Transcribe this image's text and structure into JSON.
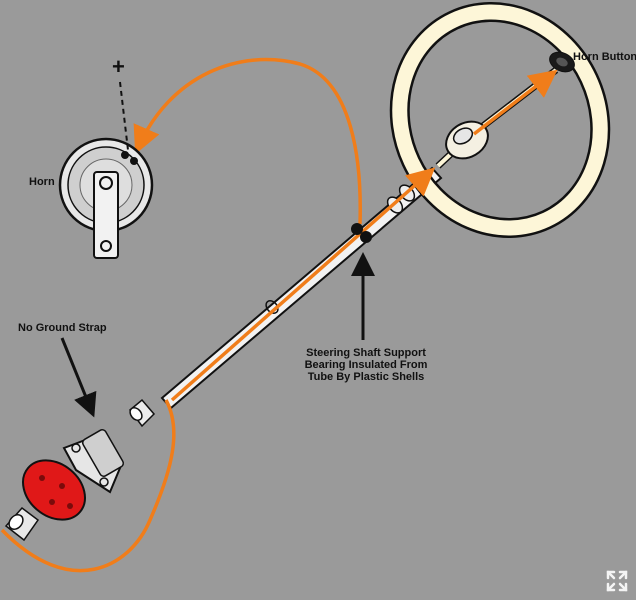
{
  "labels": {
    "horn": "Horn",
    "horn_button": "Horn Button",
    "no_ground_strap": "No Ground Strap",
    "support_line1": "Steering Shaft Support",
    "support_line2": "Bearing Insulated From",
    "support_line3": "Tube By Plastic Shells",
    "plus": "+"
  },
  "colors": {
    "background": "#9a9a9a",
    "wire": "#f07d1a",
    "wheel": "#fdf6d8",
    "red_disc": "#e01818",
    "outline": "#111111"
  },
  "icons": {
    "expand": "expand-arrows-icon"
  }
}
